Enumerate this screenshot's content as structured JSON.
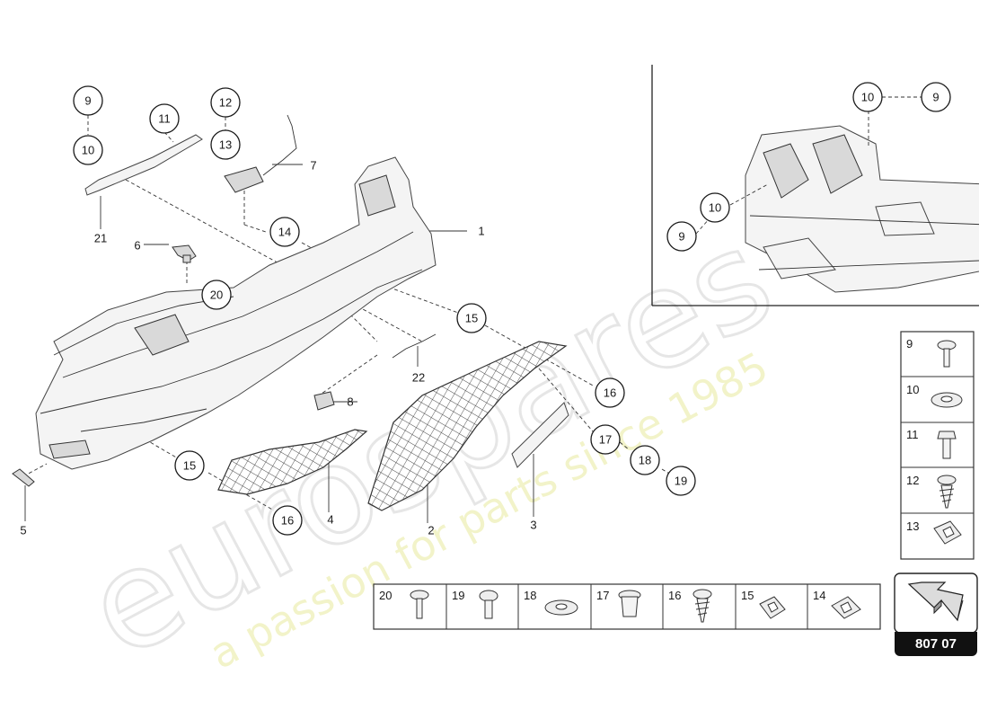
{
  "watermark": {
    "brand": "eurospares",
    "slogan": "a passion for parts since 1985"
  },
  "diagram_number": "807 07",
  "callouts": {
    "c1": "1",
    "c2": "2",
    "c3": "3",
    "c4": "4",
    "c5": "5",
    "c6": "6",
    "c7": "7",
    "c8": "8",
    "c9a": "9",
    "c10a": "10",
    "c11": "11",
    "c12": "12",
    "c13": "13",
    "c14": "14",
    "c15a": "15",
    "c15b": "15",
    "c16a": "16",
    "c16b": "16",
    "c17": "17",
    "c18": "18",
    "c19": "19",
    "c20": "20",
    "c21": "21",
    "c22": "22"
  },
  "inset_callouts": {
    "i10a": "10",
    "i9a": "9",
    "i10b": "10",
    "i9b": "9"
  },
  "legend_right": [
    "9",
    "10",
    "11",
    "12",
    "13"
  ],
  "legend_bottom": [
    "20",
    "19",
    "18",
    "17",
    "16",
    "15",
    "14"
  ],
  "icons": {
    "arrow": "orientation-arrow-icon"
  }
}
